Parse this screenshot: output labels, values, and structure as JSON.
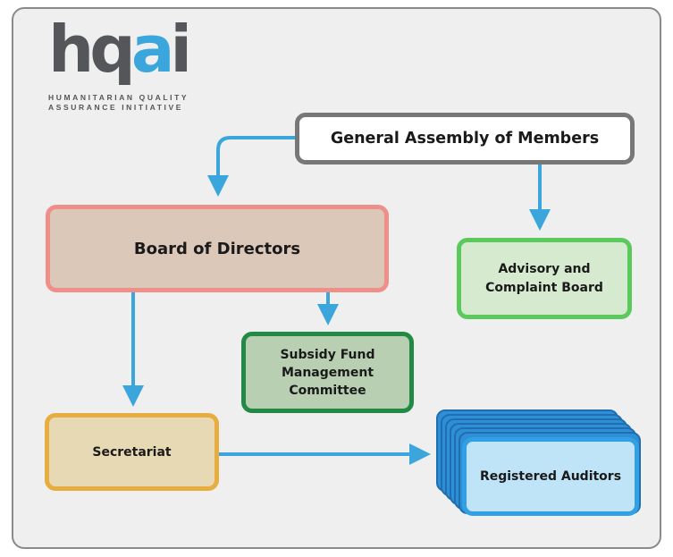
{
  "logo": {
    "wordmark": "hqai",
    "tagline_line1": "HUMANITARIAN QUALITY",
    "tagline_line2": "ASSURANCE INITIATIVE"
  },
  "nodes": {
    "general_assembly": "General Assembly of Members",
    "board_of_directors": "Board of Directors",
    "advisory_board_line1": "Advisory and",
    "advisory_board_line2": "Complaint Board",
    "subsidy_fund_line1": "Subsidy Fund",
    "subsidy_fund_line2": "Management",
    "subsidy_fund_line3": "Committee",
    "secretariat": "Secretariat",
    "registered_auditors": "Registered Auditors"
  },
  "colors": {
    "background": "#efefef",
    "arrow": "#3aa6dc",
    "board_fill": "#dcc8b8",
    "board_border": "#ef8f8a",
    "advisory_border": "#5bc95c",
    "subsidy_border": "#238a45",
    "secretariat_border": "#e7ad3e",
    "auditors_border": "#32a0e4"
  }
}
